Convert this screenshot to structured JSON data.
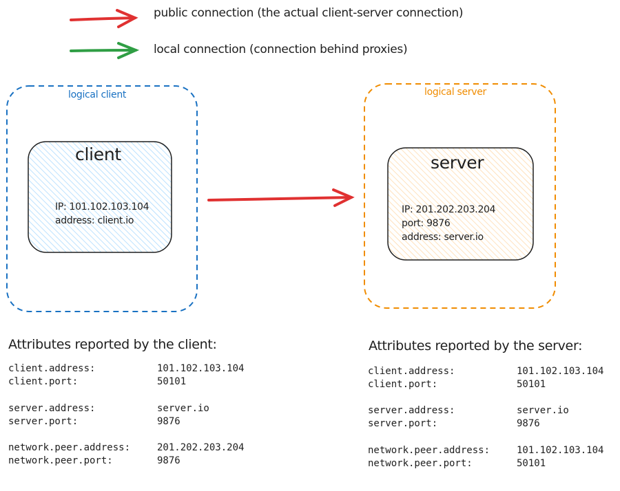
{
  "legend": [
    {
      "label": "public connection (the actual client-server connection)",
      "color": "#e03131"
    },
    {
      "label": "local connection (connection behind proxies)",
      "color": "#2f9e44"
    }
  ],
  "client_group": {
    "label": "logical client",
    "color": "#1971c2",
    "fill": "#a5d8ff"
  },
  "server_group": {
    "label": "logical server",
    "color": "#f08c00",
    "fill": "#ffd8a8"
  },
  "client_box": {
    "title": "client",
    "lines": [
      "IP: 101.102.103.104",
      "address: client.io"
    ]
  },
  "server_box": {
    "title": "server",
    "lines": [
      "IP: 201.202.203.204",
      "port: 9876",
      "address: server.io"
    ]
  },
  "client_attributes": {
    "heading": "Attributes reported by the client:",
    "rows": [
      {
        "key": "client.address:",
        "value": "101.102.103.104"
      },
      {
        "key": "client.port:",
        "value": "50101"
      },
      {
        "key": "server.address:",
        "value": "server.io"
      },
      {
        "key": "server.port:",
        "value": "9876"
      },
      {
        "key": "network.peer.address:",
        "value": "201.202.203.204"
      },
      {
        "key": "network.peer.port:",
        "value": "9876"
      }
    ]
  },
  "server_attributes": {
    "heading": "Attributes reported by the server:",
    "rows": [
      {
        "key": "client.address:",
        "value": "101.102.103.104"
      },
      {
        "key": "client.port:",
        "value": "50101"
      },
      {
        "key": "server.address:",
        "value": "server.io"
      },
      {
        "key": "server.port:",
        "value": "9876"
      },
      {
        "key": "network.peer.address:",
        "value": "101.102.103.104"
      },
      {
        "key": "network.peer.port:",
        "value": "50101"
      }
    ]
  }
}
